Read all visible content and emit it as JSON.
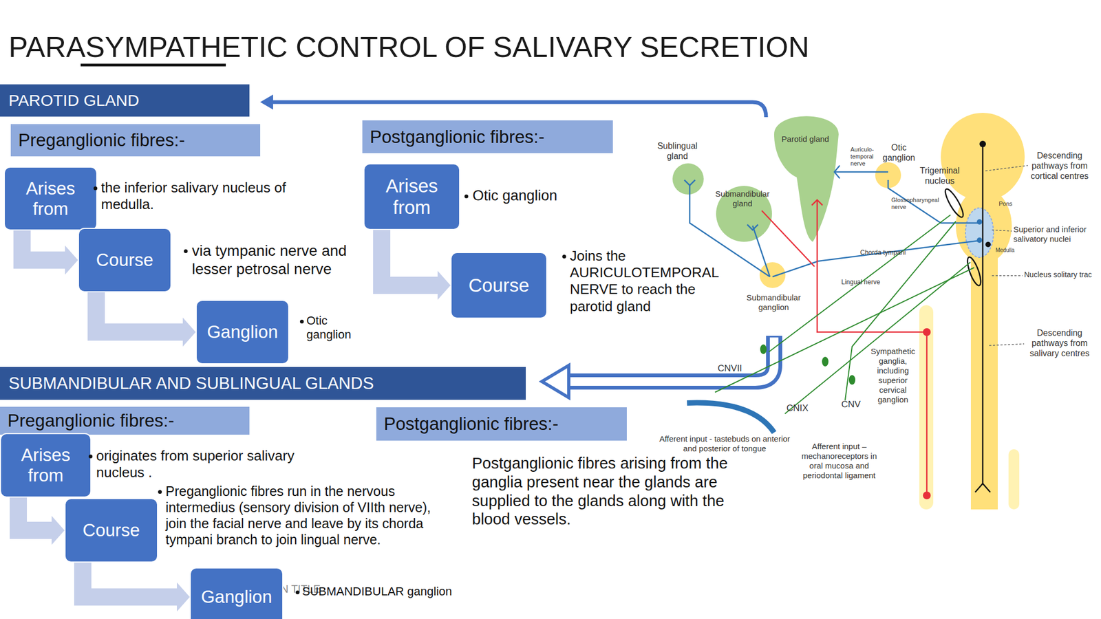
{
  "diagram": {
    "title": "PARASYMPATHETIC CONTROL OF SALIVARY SECRETION",
    "nodes": [
      {
        "text": [
          "PAROTID GLAND"
        ]
      },
      {
        "text": [
          "Preganglionic fibres:-"
        ]
      },
      {
        "text": [
          "Arises from",
          "the inferior salivary nucleus of medulla."
        ]
      },
      {
        "text": [
          "Course",
          "via tympanic nerve and lesser petrosal nerve"
        ]
      },
      {
        "text": [
          "Ganglion",
          "Otic ganglion"
        ]
      },
      {
        "text": [
          "Postganglionic fibres:-"
        ]
      },
      {
        "text": [
          "Arises from",
          "Otic ganglion"
        ]
      },
      {
        "text": [
          "Course",
          "Joins the AURICULOTEMPORAL NERVE to reach the parotid gland"
        ]
      },
      {
        "text": [
          "SUBMANDIBULAR AND SUBLINGUAL GLANDS"
        ]
      },
      {
        "text": [
          "Preganglionic fibres:-"
        ]
      },
      {
        "text": [
          "Arises from",
          "originates from superior salivary nucleus ."
        ]
      },
      {
        "text": [
          "Course",
          "Preganglionic fibres run in the nervous intermedius (sensory division of VIIth nerve), join the facial nerve and leave by its chorda tympani branch to join lingual nerve."
        ]
      },
      {
        "text": [
          "Ganglion",
          "SUBMANDIBULAR ganglion"
        ]
      },
      {
        "text": [
          "Postganglionic fibres:-"
        ]
      }
    ],
    "edges": [
      {
        "from": 2,
        "to": 3,
        "arrow": "to"
      },
      {
        "from": 3,
        "to": 4,
        "arrow": "to"
      },
      {
        "from": 6,
        "to": 7,
        "arrow": "to"
      },
      {
        "from": 10,
        "to": 11,
        "arrow": "to"
      },
      {
        "from": 11,
        "to": 12,
        "arrow": "to"
      }
    ],
    "labels": [
      "N TITLE",
      "Postganglionic fibres arising from the ganglia present near the glands are supplied to the glands along with the blood vessels.",
      "Sublingual gland",
      "Parotid gland",
      "Auriculo-temporal nerve",
      "Otic ganglion",
      "Trigeminal nucleus",
      "Glossopharyngeal nerve",
      "Submandibular gland",
      "Chorda tympani",
      "Lingual nerve",
      "Submandibular ganglion",
      "Descending pathways from cortical centres",
      "Pons",
      "Superior and inferior salivatory nuclei",
      "Medulla",
      "Nucleus solitary trac",
      "Descending pathways from salivary centres",
      "Sympathetic ganglia, including superior cervical ganglion",
      "CNVII",
      "CNIX",
      "CNV",
      "Afferent input - tastebuds on anterior and posterior of tongue",
      "Afferent input – mechanoreceptors in oral mucosa and periodontal ligament"
    ]
  }
}
